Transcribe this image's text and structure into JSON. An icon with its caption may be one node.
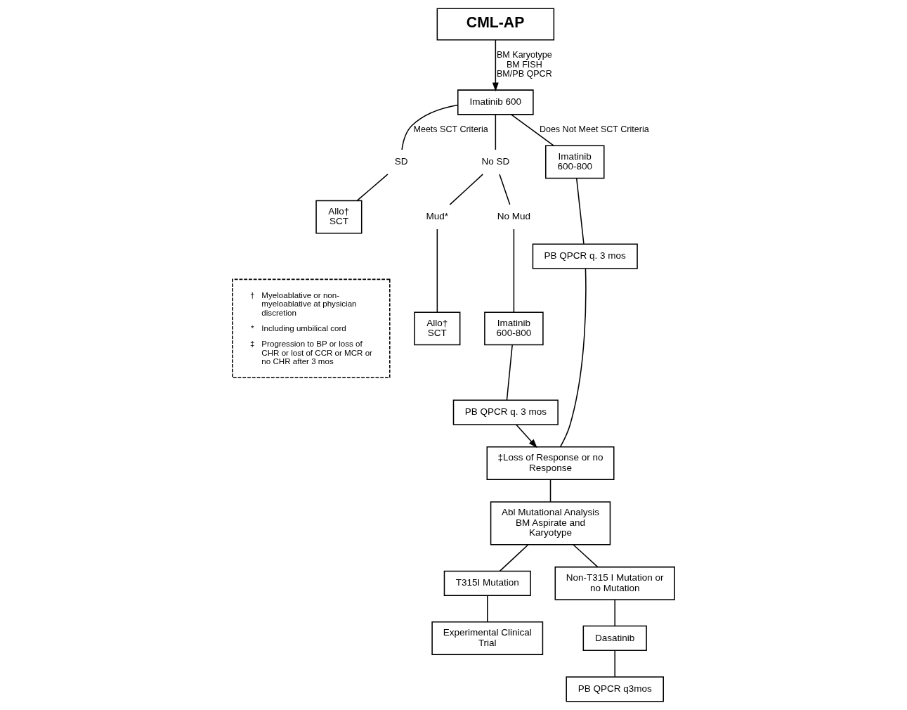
{
  "diagram": {
    "nodes": [
      {
        "text": [
          "CML-AP"
        ]
      },
      {
        "text": [
          "Imatinib 600"
        ]
      },
      {
        "text": [
          "SD"
        ]
      },
      {
        "text": [
          "No SD"
        ]
      },
      {
        "text": [
          "Imatinib",
          "600-800"
        ]
      },
      {
        "text": [
          "Allo†",
          "SCT"
        ]
      },
      {
        "text": [
          "Mud*"
        ]
      },
      {
        "text": [
          "No Mud"
        ]
      },
      {
        "text": [
          "PB QPCR q. 3 mos"
        ]
      },
      {
        "text": [
          "‡Loss of Response or no Response"
        ]
      },
      {
        "text": [
          "Allo†",
          "SCT"
        ]
      },
      {
        "text": [
          "Imatinib",
          "600-800"
        ]
      },
      {
        "text": [
          "Abl Mutational Analysis BM Aspirate and Karyotype"
        ]
      },
      {
        "text": [
          "PB QPCR q. 3 mos"
        ]
      },
      {
        "text": [
          "T315I Mutation"
        ]
      },
      {
        "text": [
          "Non-T315 I Mutation or no Mutation"
        ]
      },
      {
        "text": [
          "Experimental Clinical Trial"
        ]
      },
      {
        "text": [
          "Dasatinib"
        ]
      },
      {
        "text": [
          "PB QPCR q3mos"
        ]
      },
      {
        "text": [
          "†",
          "Myeloablative or non-myeloablative at physician discretion",
          "*",
          "Including umbilical cord",
          "‡",
          "Progression to BP or loss of CHR or lost of CCR or MCR or no CHR after 3 mos"
        ]
      }
    ],
    "edges": [
      {
        "from": 0,
        "to": 1,
        "arrow": "to",
        "label": "BM Karyotype BM FISH BM/PB QPCR"
      },
      {
        "from": 1,
        "to": 2,
        "arrow": "none",
        "label": "Meets SCT Criteria"
      },
      {
        "from": 1,
        "to": 3,
        "arrow": "none"
      },
      {
        "from": 1,
        "to": 4,
        "arrow": "none",
        "label": "Does Not Meet SCT Criteria"
      },
      {
        "from": 2,
        "to": 5,
        "arrow": "none"
      },
      {
        "from": 3,
        "to": 6,
        "arrow": "none"
      },
      {
        "from": 3,
        "to": 7,
        "arrow": "none"
      },
      {
        "from": 6,
        "to": 10,
        "arrow": "none"
      },
      {
        "from": 7,
        "to": 11,
        "arrow": "none"
      },
      {
        "from": 11,
        "to": 13,
        "arrow": "none"
      },
      {
        "from": 13,
        "to": 9,
        "arrow": "to"
      },
      {
        "from": 4,
        "to": 8,
        "arrow": "none"
      },
      {
        "from": 8,
        "to": 9,
        "arrow": "none"
      },
      {
        "from": 9,
        "to": 12,
        "arrow": "none"
      },
      {
        "from": 12,
        "to": 14,
        "arrow": "none"
      },
      {
        "from": 12,
        "to": 15,
        "arrow": "none"
      },
      {
        "from": 14,
        "to": 16,
        "arrow": "none"
      },
      {
        "from": 15,
        "to": 17,
        "arrow": "none"
      },
      {
        "from": 17,
        "to": 18,
        "arrow": "none"
      }
    ]
  }
}
